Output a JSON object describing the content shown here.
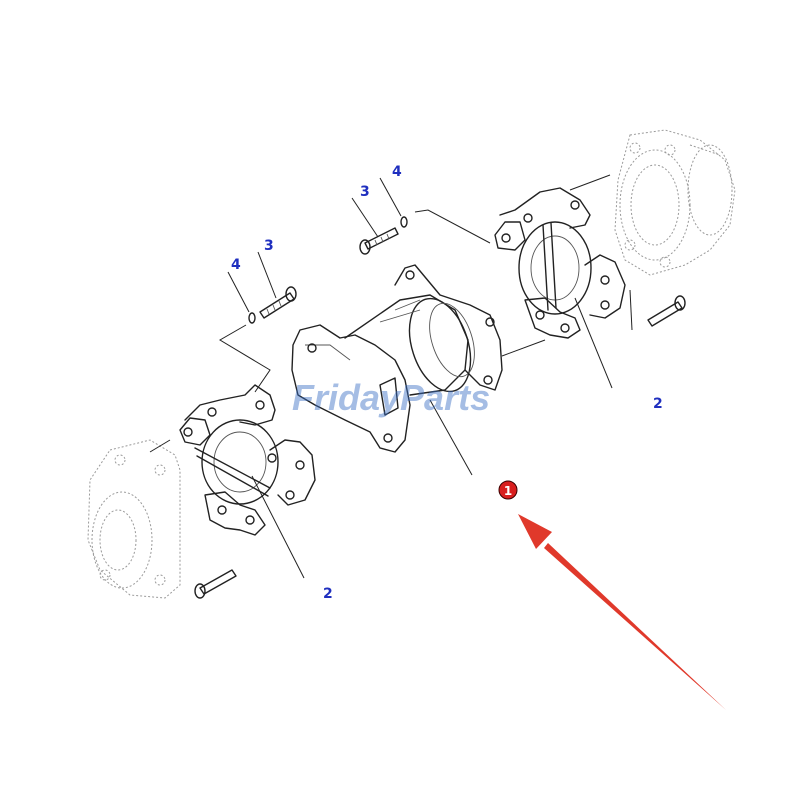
{
  "watermark": "FridayParts",
  "callouts": {
    "c1": "3",
    "c2": "4",
    "c3": "3",
    "c4": "4",
    "c5": "2",
    "c6": "2"
  },
  "marker": {
    "label": "1",
    "color": "#d81e1e"
  },
  "arrow_color": "#e0392b",
  "line_color": "#222222"
}
